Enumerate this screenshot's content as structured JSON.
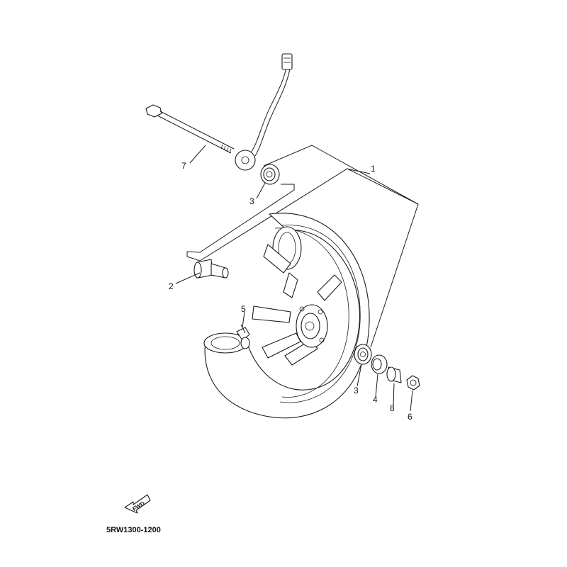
{
  "callouts": [
    {
      "id": "1",
      "label": "1"
    },
    {
      "id": "2",
      "label": "2"
    },
    {
      "id": "3a",
      "label": "3"
    },
    {
      "id": "3b",
      "label": "3"
    },
    {
      "id": "4",
      "label": "4"
    },
    {
      "id": "5",
      "label": "5"
    },
    {
      "id": "6",
      "label": "6"
    },
    {
      "id": "7",
      "label": "7"
    },
    {
      "id": "8",
      "label": "8"
    }
  ],
  "fwd_label": "FWD",
  "drawing_code": "5RW1300-1200"
}
